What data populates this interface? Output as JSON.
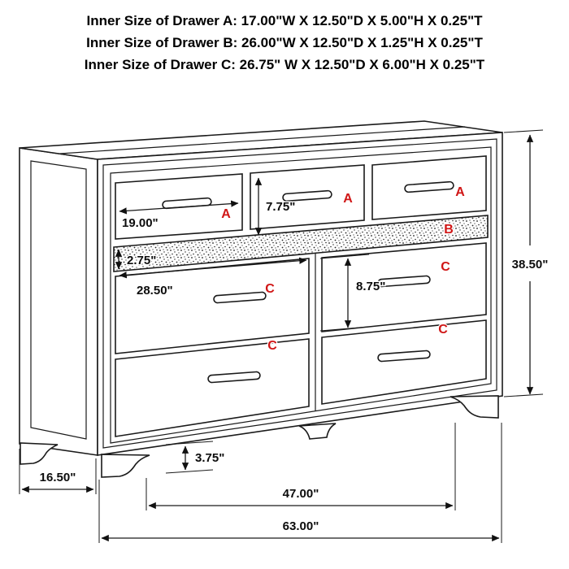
{
  "header": {
    "line_a": "Inner Size of Drawer A: 17.00\"W X 12.50\"D X 5.00\"H X 0.25\"T",
    "line_b": "Inner Size of Drawer B: 26.00\"W X 12.50\"D X 1.25\"H X 0.25\"T",
    "line_c": "Inner Size of Drawer C: 26.75\" W X 12.50\"D X 6.00\"H X 0.25\"T"
  },
  "diagram": {
    "letters": {
      "a1": "A",
      "a2": "A",
      "a3": "A",
      "b": "B",
      "c_upper_left": "C",
      "c_upper_right": "C",
      "c_lower_left": "C",
      "c_lower_right": "C"
    },
    "dimensions": {
      "drawer_a_width": "19.00\"",
      "drawer_a_height": "7.75\"",
      "drawer_b_height": "2.75\"",
      "drawer_c_width": "28.50\"",
      "drawer_c_height": "8.75\"",
      "overall_height": "38.50\"",
      "foot_height": "3.75\"",
      "side_depth": "16.50\"",
      "feet_span": "47.00\"",
      "overall_width": "63.00\""
    },
    "colors": {
      "letter_red": "#d01616",
      "line": "#1a1a1a"
    }
  }
}
